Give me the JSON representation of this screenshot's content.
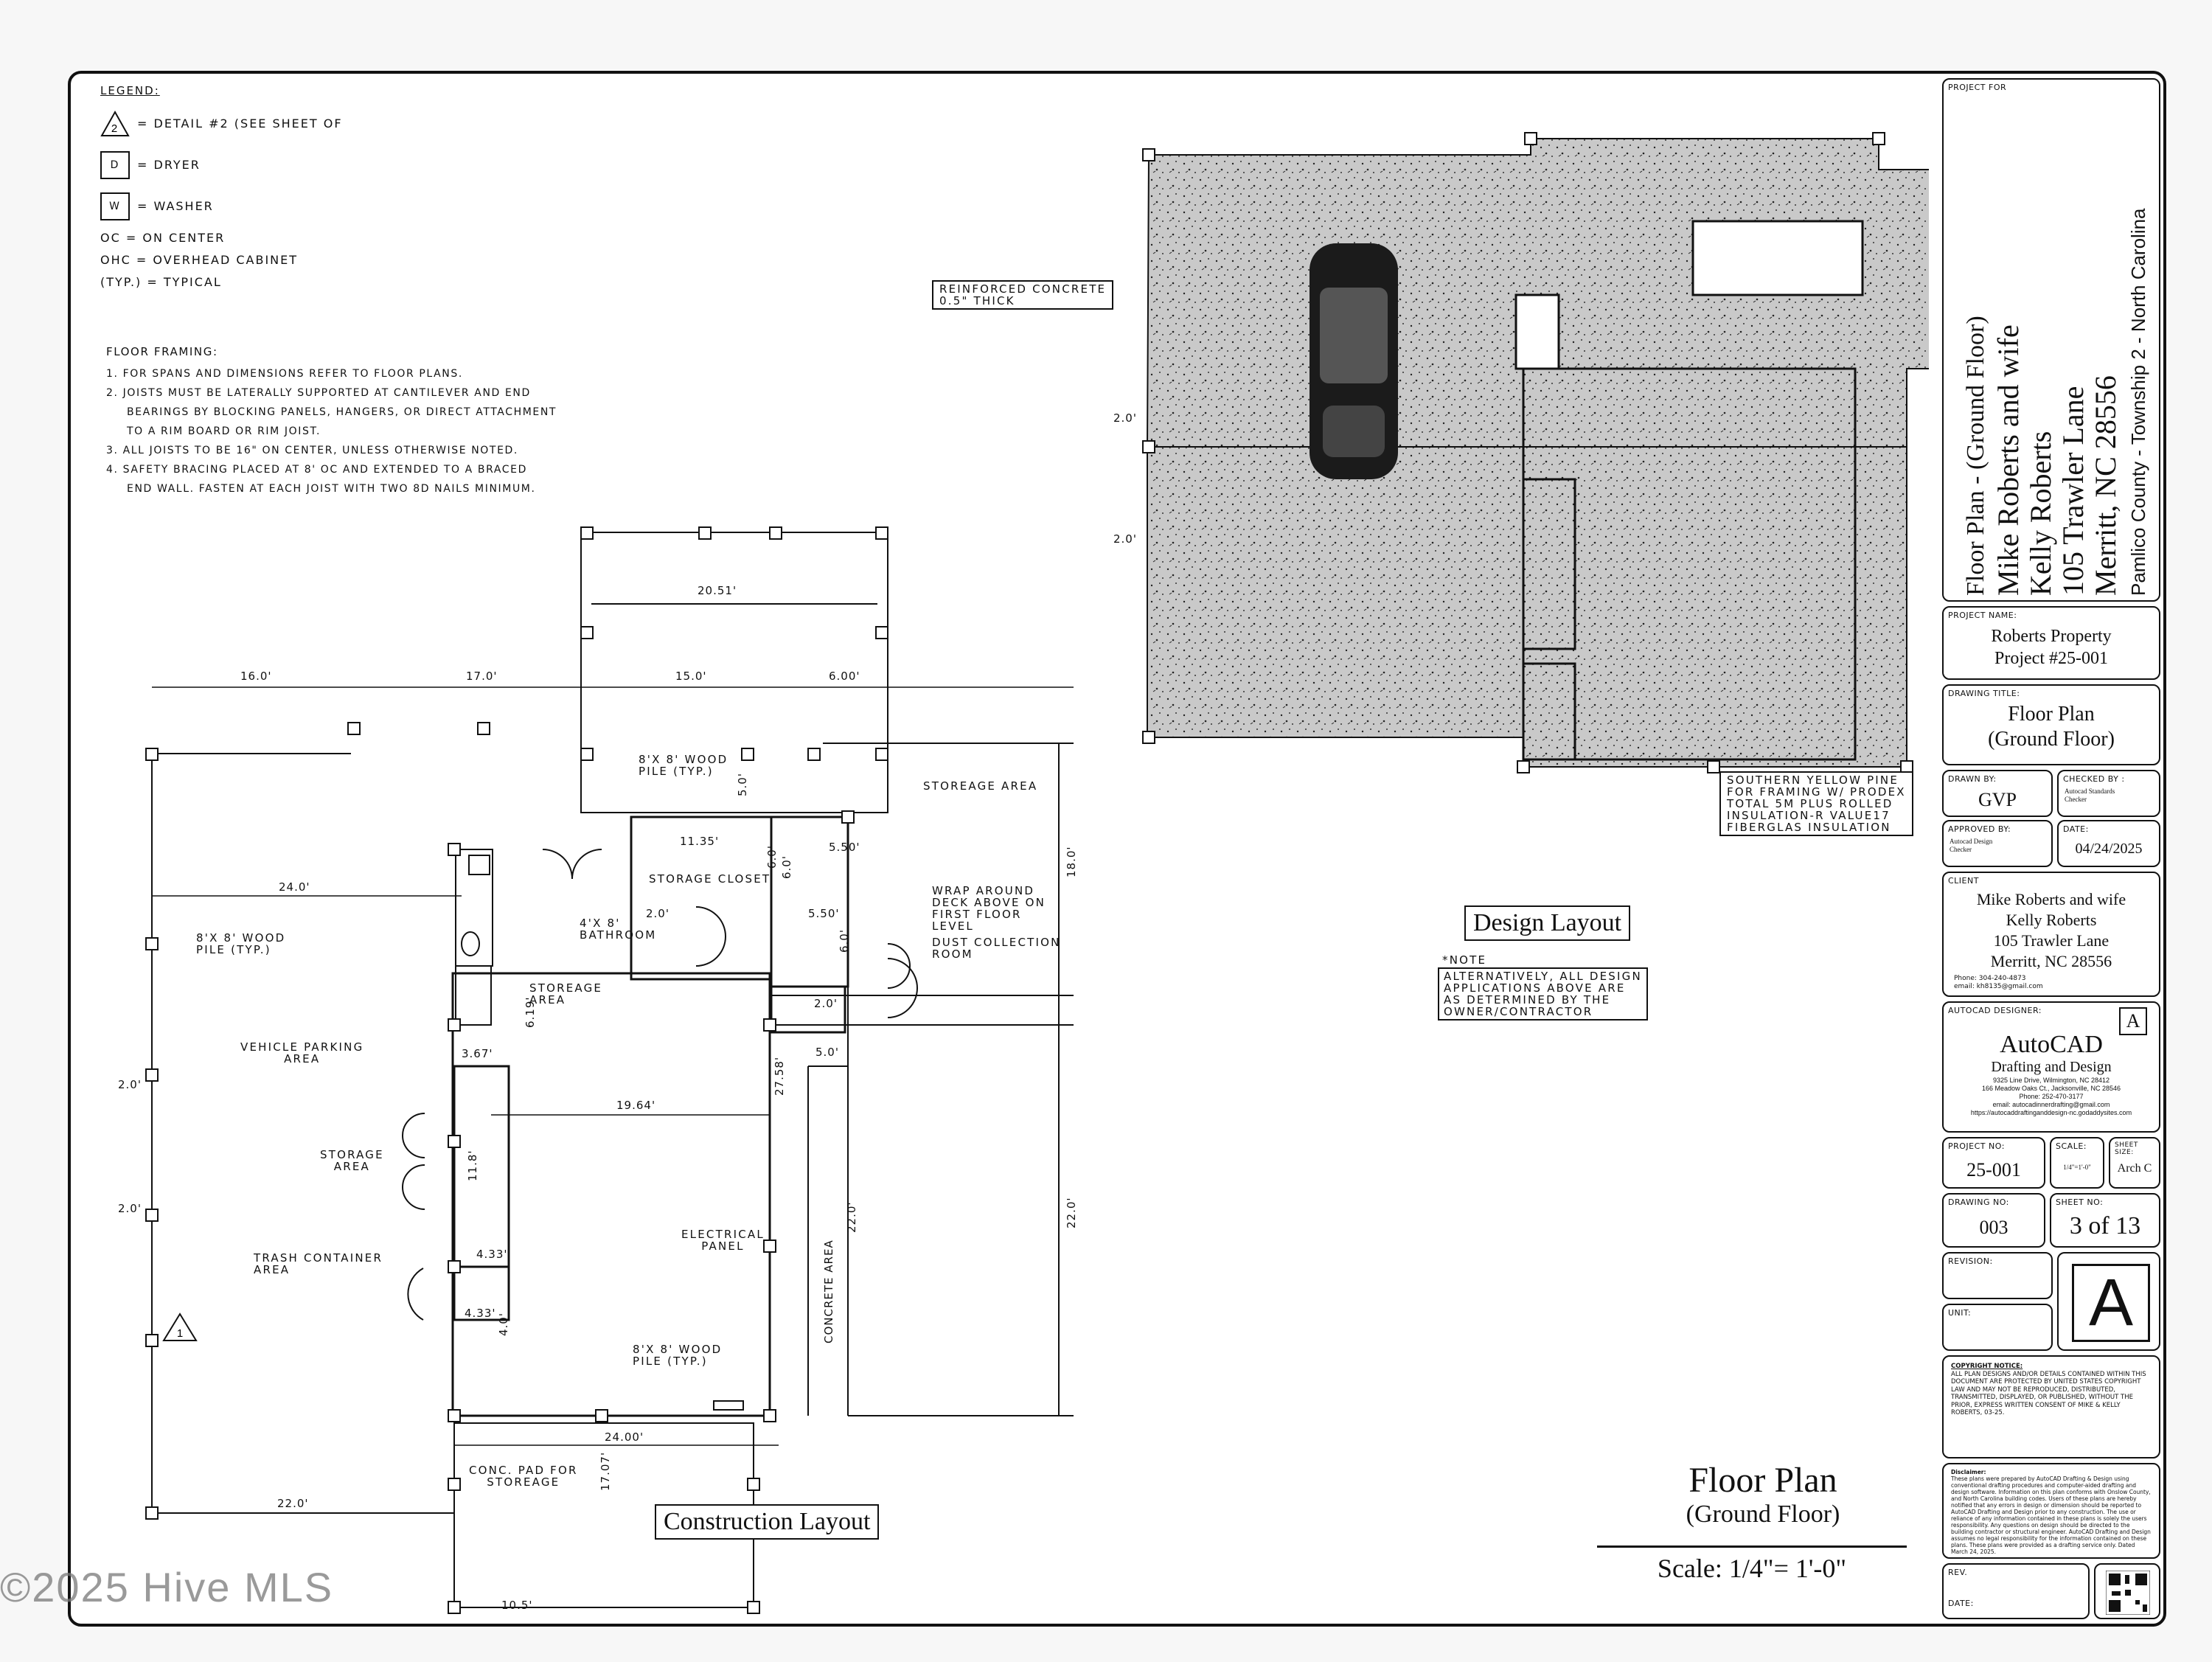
{
  "legend": {
    "title": "LEGEND:",
    "items": [
      {
        "symbol": "2",
        "text": "= DETAIL #2 (SEE SHEET OF"
      },
      {
        "symbol": "D",
        "text": "= DRYER"
      },
      {
        "symbol": "W",
        "text": "= WASHER"
      },
      {
        "symbol": "",
        "text": "OC = ON CENTER"
      },
      {
        "symbol": "",
        "text": "OHC = OVERHEAD CABINET"
      },
      {
        "symbol": "",
        "text": "(TYP.) = TYPICAL"
      }
    ]
  },
  "floor_framing": {
    "title": "FLOOR FRAMING:",
    "notes": [
      "1. FOR SPANS AND DIMENSIONS REFER TO FLOOR PLANS.",
      "2. JOISTS MUST BE LATERALLY SUPPORTED AT CANTILEVER AND END",
      "BEARINGS BY BLOCKING PANELS, HANGERS, OR DIRECT ATTACHMENT",
      "TO A RIM BOARD OR RIM JOIST.",
      "3. ALL JOISTS TO BE 16\" ON CENTER, UNLESS OTHERWISE NOTED.",
      "4. SAFETY BRACING PLACED AT 8' OC AND EXTENDED TO A BRACED",
      "END WALL. FASTEN AT EACH JOIST WITH TWO 8D NAILS MINIMUM."
    ]
  },
  "construction": {
    "title": "Construction Layout",
    "labels": {
      "pile_top": "8'X 8' WOOD\nPILE (TYP.)",
      "pile_left": "8'X 8' WOOD\nPILE (TYP.)",
      "pile_bottom": "8'X 8' WOOD\nPILE (TYP.)",
      "storeage_area_top": "STOREAGE AREA",
      "storage_closet": "STORAGE CLOSET",
      "wrap_deck": "WRAP AROUND\nDECK ABOVE ON\nFIRST FLOOR\nLEVEL",
      "dust_room": "DUST COLLECTION\nROOM",
      "bathroom": "4'X 8'\nBATHROOM",
      "storeage_area_mid": "STOREAGE\nAREA",
      "vehicle_parking": "VEHICLE PARKING\nAREA",
      "storage_area_left": "STORAGE\nAREA",
      "trash": "TRASH CONTAINER\nAREA",
      "electrical": "ELECTRICAL\nPANEL",
      "concrete_area": "CONCRETE AREA",
      "conc_pad": "CONC. PAD FOR\nSTOREAGE"
    },
    "dims": {
      "d20_51": "20.51'",
      "d16": "16.0'",
      "d17": "17.0'",
      "d15": "15.0'",
      "d6_00": "6.00'",
      "d5_0a": "5.0'",
      "d11_35": "11.35'",
      "d6_0a": "6.0'",
      "d5_50a": "5.50'",
      "d6_0b": "6.0'",
      "d5_50b": "5.50'",
      "d6_0c": "6.0'",
      "d2_0a": "2.0'",
      "d2_0b": "2.0'",
      "d24_0": "24.0'",
      "d18_0": "18.0'",
      "d6_19": "6.19'",
      "d3_67": "3.67'",
      "d27_58": "27.58'",
      "d5_0b": "5.0'",
      "d19_64": "19.64'",
      "d11_8": "11.8'",
      "d22_0a": "22.0'",
      "d22_0b": "22.0'",
      "d4_33a": "4.33'",
      "d4_33b": "4.33'",
      "d4_0": "4.0'",
      "d2_0c": "2.0'",
      "d2_0d": "2.0'",
      "d17_07": "17.07'",
      "d24_00": "24.00'",
      "d22_0c": "22.0'",
      "d10_5": "10.5'"
    },
    "detail_marker": "1"
  },
  "design": {
    "title": "Design Layout",
    "reinforced": "REINFORCED CONCRETE\n0.5\" THICK",
    "pine": "SOUTHERN YELLOW PINE\nFOR FRAMING W/ PRODEX\nTOTAL 5M PLUS ROLLED\nINSULATION-R VALUE17\nFIBERGLAS INSULATION",
    "note_label": "*NOTE",
    "note": "ALTERNATIVELY, ALL DESIGN\nAPPLICATIONS ABOVE ARE\nAS DETERMINED BY THE\nOWNER/CONTRACTOR",
    "dim_2_0a": "2.0'",
    "dim_2_0b": "2.0'",
    "fill_color": "#c9c9c9"
  },
  "sheet_title": {
    "title": "Floor Plan",
    "subtitle": "(Ground Floor)",
    "scale": "Scale: 1/4\"= 1'-0\""
  },
  "title_block": {
    "project_for_label": "PROJECT FOR",
    "project_for_lines": [
      "Floor Plan - (Ground Floor)",
      "Mike Roberts and wife",
      "Kelly Roberts",
      "105 Trawler Lane",
      "Merritt, NC 28556",
      "Pamlico County - Township 2 - North Carolina"
    ],
    "project_name_label": "PROJECT NAME:",
    "project_name": [
      "Roberts Property",
      "Project #25-001"
    ],
    "drawing_title_label": "DRAWING TITLE:",
    "drawing_title": [
      "Floor Plan",
      "(Ground Floor)"
    ],
    "drawn_by_label": "DRAWN BY:",
    "drawn_by": "GVP",
    "checked_by_label": "CHECKED BY :",
    "checked_by": "Autocad Standards\nChecker",
    "approved_by_label": "APPROVED BY:",
    "approved_by": "Autocad Design\nChecker",
    "date_label": "DATE:",
    "date": "04/24/2025",
    "client_label": "CLIENT",
    "client_lines": [
      "Mike Roberts and wife",
      "Kelly Roberts",
      "105 Trawler Lane",
      "Merritt, NC 28556"
    ],
    "client_phone": "Phone: 304-240-4873",
    "client_email": "email: kh8135@gmail.com",
    "designer_label": "AUTOCAD DESIGNER:",
    "designer_mark": "A",
    "designer_name": "AutoCAD",
    "designer_sub": "Drafting and Design",
    "designer_addr": [
      "9325 Line Drive, Wilmington, NC 28412",
      "166 Meadow Oaks Ct., Jacksonville, NC 28546",
      "Phone: 252-470-3177",
      "email: autocadinnerdrafting@gmail.com",
      "https://autocaddraftinganddesign-nc.godaddysites.com"
    ],
    "project_no_label": "PROJECT NO:",
    "project_no": "25-001",
    "scale_label": "SCALE:",
    "scale": "1/4\"=1'-0\"",
    "sheet_size_label": "SHEET SIZE:",
    "sheet_size": "Arch C",
    "drawing_no_label": "DRAWING NO:",
    "drawing_no": "003",
    "sheet_no_label": "SHEET NO:",
    "sheet_no": "3 of 13",
    "revision_label": "REVISION:",
    "unit_label": "UNIT:",
    "size_mark": "A",
    "copyright_title": "COPYRIGHT NOTICE:",
    "copyright_text": "ALL PLAN DESIGNS AND/OR DETAILS CONTAINED WITHIN THIS DOCUMENT ARE PROTECTED BY UNITED STATES COPYRIGHT LAW AND MAY NOT BE REPRODUCED, DISTRIBUTED, TRANSMITTED, DISPLAYED, OR PUBLISHED, WITHOUT THE PRIOR, EXPRESS WRITTEN CONSENT OF MIKE & KELLY ROBERTS, 03-25.",
    "disclaimer_title": "Disclaimer:",
    "disclaimer_text": "These plans were prepared by AutoCAD Drafting & Design using conventional drafting procedures and computer-aided drafting and design software. Information on this plan conforms with Onslow County, and North Carolina building codes. Users of these plans are hereby notified that any errors in design or dimension should be reported to AutoCAD Drafting and Design prior to any construction. The use or reliance of any information contained in these plans is solely the users responsibility. Any questions on design should be directed to the building contractor or structural engineer. AutoCAD Drafting and Design assumes no legal responsibility for the information contained on these plans. These plans were provided as a drafting service only. Dated March 24, 2025.",
    "rev_label": "REV.",
    "rev_date_label": "DATE:"
  },
  "watermark": "©2025 Hive MLS"
}
